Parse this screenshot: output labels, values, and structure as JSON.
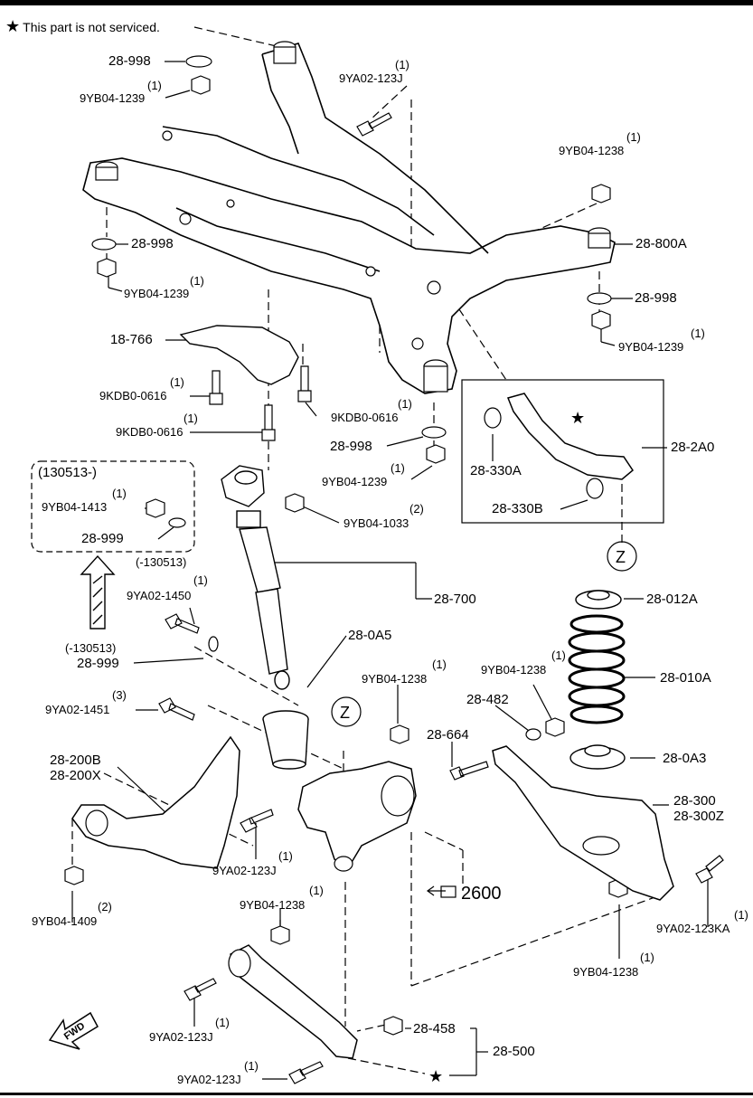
{
  "note": {
    "star": "★",
    "text": "This part is not serviced."
  },
  "labels": {
    "l1": "28-998",
    "l2": "9YB04-1239",
    "l3": "(1)",
    "l4": "9YA02-123J",
    "l5": "(1)",
    "l6": "9YB04-1238",
    "l7": "(1)",
    "l8": "28-998",
    "l9": "28-800A",
    "l10": "9YB04-1239",
    "l11": "(1)",
    "l12": "28-998",
    "l13": "9YB04-1239",
    "l14": "(1)",
    "l15": "18-766",
    "l16": "9KDB0-0616",
    "l17": "(1)",
    "l18": "9KDB0-0616",
    "l19": "(1)",
    "l20": "9KDB0-0616",
    "l21": "(1)",
    "l22": "28-998",
    "l23": "9YB04-1239",
    "l24": "(1)",
    "l25": "28-2A0",
    "l26": "28-330A",
    "l27": "28-330B",
    "l28": "(130513-)",
    "l29": "9YB04-1413",
    "l30": "(1)",
    "l31": "28-999",
    "l32": "9YB04-1033",
    "l33": "(2)",
    "l34": "(-130513)",
    "l35": "9YA02-1450",
    "l36": "(1)",
    "l37": "28-700",
    "l38": "28-012A",
    "l39": "(-130513)",
    "l40": "28-999",
    "l41": "28-0A5",
    "l42": "9YB04-1238",
    "l43": "(1)",
    "l44": "9YB04-1238",
    "l45": "(1)",
    "l46": "28-010A",
    "l47": "28-482",
    "l48": "9YA02-1451",
    "l49": "(3)",
    "l50": "28-664",
    "l51": "28-0A3",
    "l52": "28-200B",
    "l53": "28-200X",
    "l54": "28-300",
    "l55": "28-300Z",
    "l56": "9YA02-123J",
    "l57": "(1)",
    "l58": "2600",
    "l59": "9YB04-1409",
    "l60": "(2)",
    "l61": "9YA02-123KA",
    "l62": "(1)",
    "l63": "9YB04-1238",
    "l64": "(1)",
    "l65": "9YB04-1238",
    "l66": "(1)",
    "l67": "28-458",
    "l68": "28-500",
    "l69": "9YA02-123J",
    "l70": "(1)",
    "l71": "9YA02-123J",
    "l72": "(1)",
    "z1": "Z",
    "z2": "Z",
    "fwd": "FWD",
    "star2": "★",
    "star3": "★"
  },
  "colors": {
    "line": "#000000",
    "part_fill": "#ffffff",
    "spring_grey": "#e6e6e6"
  }
}
